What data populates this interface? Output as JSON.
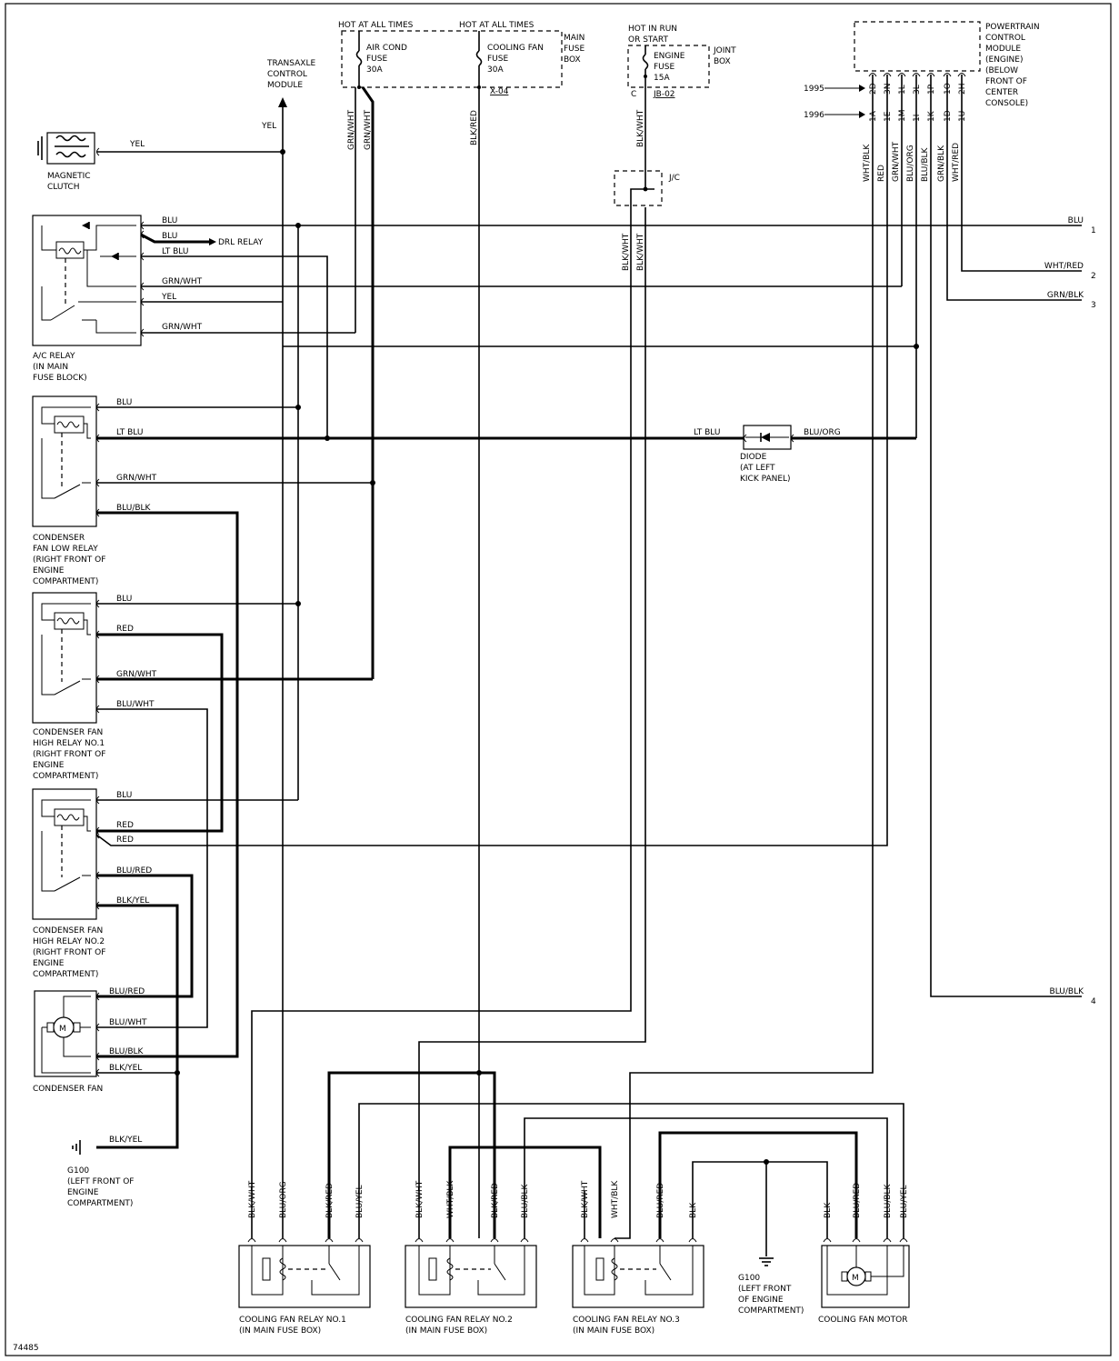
{
  "fuse_box": {
    "hot1": "HOT AT ALL TIMES",
    "hot2": "HOT AT ALL TIMES",
    "title": [
      "MAIN",
      "FUSE",
      "BOX"
    ],
    "ac_fuse": [
      "AIR COND",
      "FUSE",
      "30A"
    ],
    "fan_fuse": [
      "COOLING FAN",
      "FUSE",
      "30A"
    ],
    "connector": "X-04"
  },
  "joint_box": {
    "hot": [
      "HOT IN RUN",
      "OR START"
    ],
    "title": [
      "JOINT",
      "BOX"
    ],
    "fuse": [
      "ENGINE",
      "FUSE",
      "15A"
    ],
    "pin": "C",
    "connector": "JB-02"
  },
  "tcm": [
    "TRANSAXLE",
    "CONTROL",
    "MODULE"
  ],
  "pcm": {
    "title": [
      "POWERTRAIN",
      "CONTROL",
      "MODULE",
      "(ENGINE)",
      "(BELOW",
      "FRONT OF",
      "CENTER",
      "CONSOLE)"
    ],
    "year1": "1995",
    "year2": "1996",
    "pins_1995": [
      "2D",
      "3N",
      "1L",
      "3L",
      "1P",
      "1O",
      "2H"
    ],
    "pins_1996": [
      "1A",
      "1E",
      "1M",
      "1I",
      "1K",
      "1D",
      "1U"
    ],
    "wires": [
      "WHT/BLK",
      "RED",
      "GRN/WHT",
      "BLU/ORG",
      "BLU/BLK",
      "GRN/BLK",
      "WHT/RED"
    ]
  },
  "components": {
    "magnetic_clutch": [
      "MAGNETIC",
      "CLUTCH"
    ],
    "ac_relay": [
      "A/C RELAY",
      "(IN MAIN",
      "FUSE BLOCK)"
    ],
    "cond_low": [
      "CONDENSER",
      "FAN LOW RELAY",
      "(RIGHT FRONT OF",
      "ENGINE",
      "COMPARTMENT)"
    ],
    "cond_high1": [
      "CONDENSER FAN",
      "HIGH RELAY NO.1",
      "(RIGHT FRONT OF",
      "ENGINE",
      "COMPARTMENT)"
    ],
    "cond_high2": [
      "CONDENSER FAN",
      "HIGH RELAY NO.2",
      "(RIGHT FRONT OF",
      "ENGINE",
      "COMPARTMENT)"
    ],
    "cond_fan": "CONDENSER FAN",
    "g100_left": [
      "G100",
      "(LEFT FRONT OF",
      "ENGINE",
      "COMPARTMENT)"
    ],
    "g100_bottom": [
      "G100",
      "(LEFT FRONT",
      "OF ENGINE",
      "COMPARTMENT)"
    ],
    "diode": [
      "DIODE",
      "(AT LEFT",
      "KICK PANEL)"
    ],
    "jc": "J/C",
    "drl": "DRL RELAY",
    "cfr1": [
      "COOLING FAN RELAY NO.1",
      "(IN MAIN FUSE BOX)"
    ],
    "cfr2": [
      "COOLING FAN RELAY NO.2",
      "(IN MAIN FUSE BOX)"
    ],
    "cfr3": [
      "COOLING FAN RELAY NO.3",
      "(IN MAIN FUSE BOX)"
    ],
    "cfm": "COOLING FAN MOTOR",
    "motor_symbol": "M"
  },
  "wire_labels": {
    "yel": "YEL",
    "blu": "BLU",
    "lt_blu": "LT BLU",
    "grn_wht": "GRN/WHT",
    "blu_blk": "BLU/BLK",
    "red": "RED",
    "blu_wht": "BLU/WHT",
    "blu_red": "BLU/RED",
    "blk_yel": "BLK/YEL",
    "blu_org": "BLU/ORG",
    "blk_red": "BLK/RED",
    "blk_wht": "BLK/WHT",
    "wht_red": "WHT/RED",
    "grn_blk": "GRN/BLK",
    "wht_blk": "WHT/BLK",
    "blu_yel": "BLU/YEL",
    "blk": "BLK"
  },
  "outputs": [
    {
      "label": "BLU",
      "num": "1"
    },
    {
      "label": "WHT/RED",
      "num": "2"
    },
    {
      "label": "GRN/BLK",
      "num": "3"
    },
    {
      "label": "BLU/BLK",
      "num": "4"
    }
  ],
  "figure_id": "74485"
}
